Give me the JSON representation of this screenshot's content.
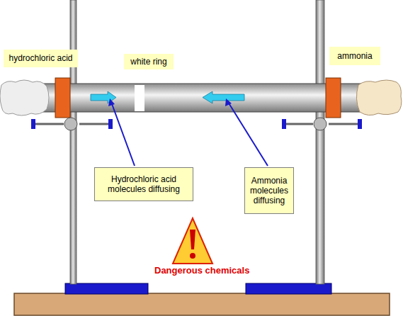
{
  "diagram": {
    "nodes": [
      {
        "text": [
          "hydrochloric acid"
        ]
      },
      {
        "text": [
          "white ring"
        ]
      },
      {
        "text": [
          "ammonia"
        ]
      },
      {
        "text": [
          "Hydrochloric acid molecules diffusing"
        ]
      },
      {
        "text": [
          "Ammonia molecules diffusing"
        ]
      }
    ],
    "labels": [
      "Dangerous chemicals"
    ]
  }
}
